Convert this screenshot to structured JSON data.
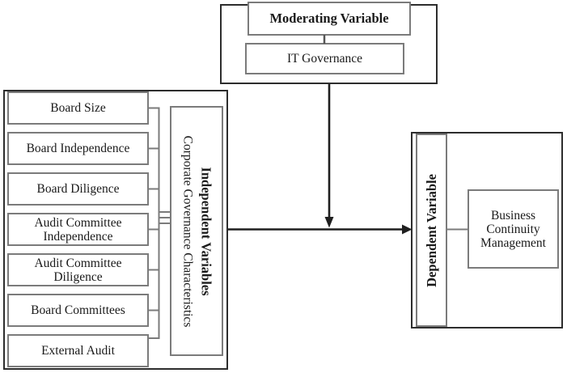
{
  "moderating": {
    "title": "Moderating Variable",
    "item": "IT Governance"
  },
  "independent": {
    "title": "Independent Variables",
    "subtitle": "Corporate Governance Characteristics",
    "items": [
      "Board Size",
      "Board Independence",
      "Board Diligence",
      "Audit Committee Independence",
      "Audit Committee Diligence",
      "Board Committees",
      "External Audit"
    ]
  },
  "dependent": {
    "title": "Dependent Variable",
    "item": "Business Continuity Management"
  },
  "colors": {
    "background": "#ffffff",
    "outer_border": "#2d2d2d",
    "inner_border": "#7b7b7b",
    "text": "#1a1a1a",
    "arrow": "#1f1f1f"
  }
}
